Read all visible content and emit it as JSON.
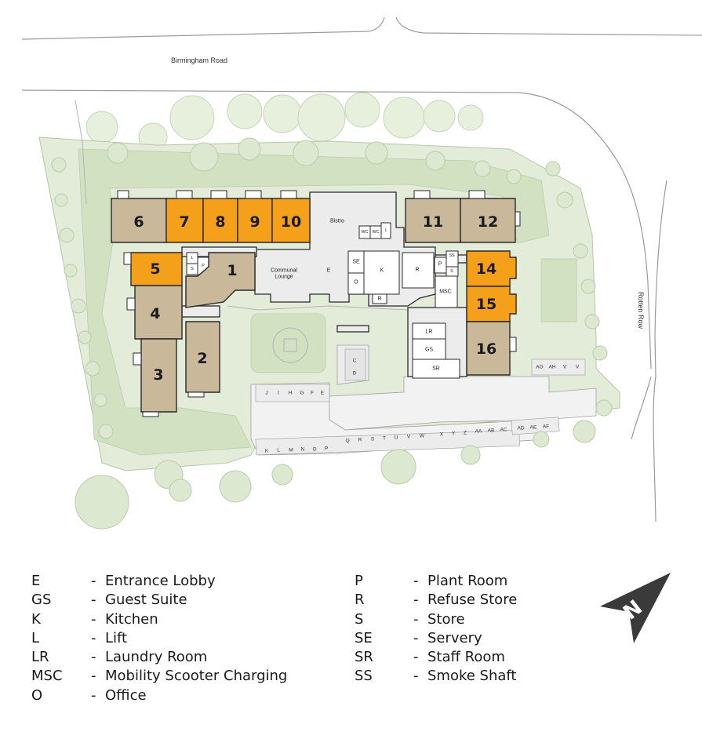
{
  "roads": {
    "north": "Birmingham Road",
    "east": "Rotten Row"
  },
  "colors": {
    "grass": "#e3ecd8",
    "lawn": "#cfdfbf",
    "tree_fill": "#dce8cf",
    "tree_stroke": "#b9cca9",
    "road_edge": "#9a9a9a",
    "building_tan": "#c9b99a",
    "building_orange": "#f5a01a",
    "common": "#ececec",
    "wall": "#2a2a2a"
  },
  "units": [
    {
      "num": "6",
      "state": "sold"
    },
    {
      "num": "7",
      "state": "available"
    },
    {
      "num": "8",
      "state": "available"
    },
    {
      "num": "9",
      "state": "available"
    },
    {
      "num": "10",
      "state": "available"
    },
    {
      "num": "11",
      "state": "sold"
    },
    {
      "num": "12",
      "state": "sold"
    },
    {
      "num": "5",
      "state": "available"
    },
    {
      "num": "1",
      "state": "sold"
    },
    {
      "num": "14",
      "state": "available"
    },
    {
      "num": "15",
      "state": "available"
    },
    {
      "num": "4",
      "state": "sold"
    },
    {
      "num": "2",
      "state": "sold"
    },
    {
      "num": "16",
      "state": "sold"
    },
    {
      "num": "3",
      "state": "sold"
    }
  ],
  "rooms": {
    "bistro": "Bistro",
    "lounge_line1": "Communal",
    "lounge_line2": "Lounge",
    "e": "E",
    "se": "SE",
    "k": "K",
    "o": "O",
    "r_mid": "R",
    "r_east": "R",
    "p_east": "P",
    "ss": "SS",
    "s_east": "S",
    "msc": "MSC",
    "lr": "LR",
    "gs": "GS",
    "sr": "SR",
    "l_west": "L",
    "s_west": "S",
    "p_west": "P",
    "wc1": "WC",
    "wc2": "WC",
    "l_bistro": "L",
    "c": "C",
    "d": "D"
  },
  "parking": {
    "row_west": [
      "J",
      "I",
      "H",
      "G",
      "F",
      "E"
    ],
    "row_bottom": [
      "K",
      "L",
      "M",
      "N",
      "O",
      "P",
      "Q",
      "R",
      "S",
      "T",
      "U",
      "V",
      "W",
      "X",
      "Y",
      "Z",
      "AA",
      "AB",
      "AC",
      "AD",
      "AE",
      "AF"
    ],
    "row_east": [
      "AG",
      "AH",
      "V",
      "V"
    ]
  },
  "legend": {
    "left": [
      {
        "abbr": "E",
        "desc": "Entrance Lobby"
      },
      {
        "abbr": "GS",
        "desc": "Guest Suite"
      },
      {
        "abbr": "K",
        "desc": "Kitchen"
      },
      {
        "abbr": "L",
        "desc": "Lift"
      },
      {
        "abbr": "LR",
        "desc": "Laundry Room"
      },
      {
        "abbr": "MSC",
        "desc": "Mobility Scooter Charging"
      },
      {
        "abbr": "O",
        "desc": "Office"
      }
    ],
    "right": [
      {
        "abbr": "P",
        "desc": "Plant Room"
      },
      {
        "abbr": "R",
        "desc": "Refuse Store"
      },
      {
        "abbr": "S",
        "desc": "Store"
      },
      {
        "abbr": "SE",
        "desc": "Servery"
      },
      {
        "abbr": "SR",
        "desc": "Staff Room"
      },
      {
        "abbr": "SS",
        "desc": "Smoke Shaft"
      }
    ],
    "dash": "-"
  },
  "compass": {
    "letter": "N",
    "icon": "north-arrow-icon"
  }
}
